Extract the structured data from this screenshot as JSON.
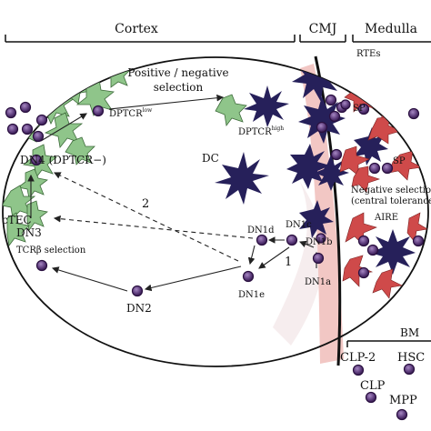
{
  "headers": {
    "cortex": "Cortex",
    "cmj": "CMJ",
    "medulla": "Medulla"
  },
  "labels": {
    "rtes": "RTEs",
    "positive_negative": "Positive / negative",
    "selection": "selection",
    "dptcr_low_main": "DPTCR",
    "dptcr_low_sup": "low",
    "dptcr_high_main": "DPTCR",
    "dptcr_high_sup": "high",
    "dc": "DC",
    "dn4": "DN4 (DPTCR−)",
    "two": "2",
    "one": "1",
    "ctec": "cTEC",
    "dn3": "DN3",
    "tcrb_selection": "TCRβ selection",
    "dn2": "DN2",
    "dn1e": "DN1e",
    "dn1d": "DN1d",
    "dn1c": "DN1c",
    "dn1b": "DN1b",
    "dn1a": "DN1a",
    "sp_top": "SP",
    "sp_mid": "SP",
    "negative_selection": "Negative selection",
    "central_tolerance": "(central tolerance)",
    "aire": "AIRE",
    "bm": "BM",
    "clp2": "CLP-2",
    "hsc": "HSC",
    "clp": "CLP",
    "mpp": "MPP"
  },
  "colors": {
    "cell_fill": "#5b3a7a",
    "cell_stroke": "#2a1040",
    "ctec_green": "#8fc58a",
    "mtec_red": "#cf4a4a",
    "dc_navy": "#26205a",
    "cmj_pink": "#f2c7c4"
  }
}
